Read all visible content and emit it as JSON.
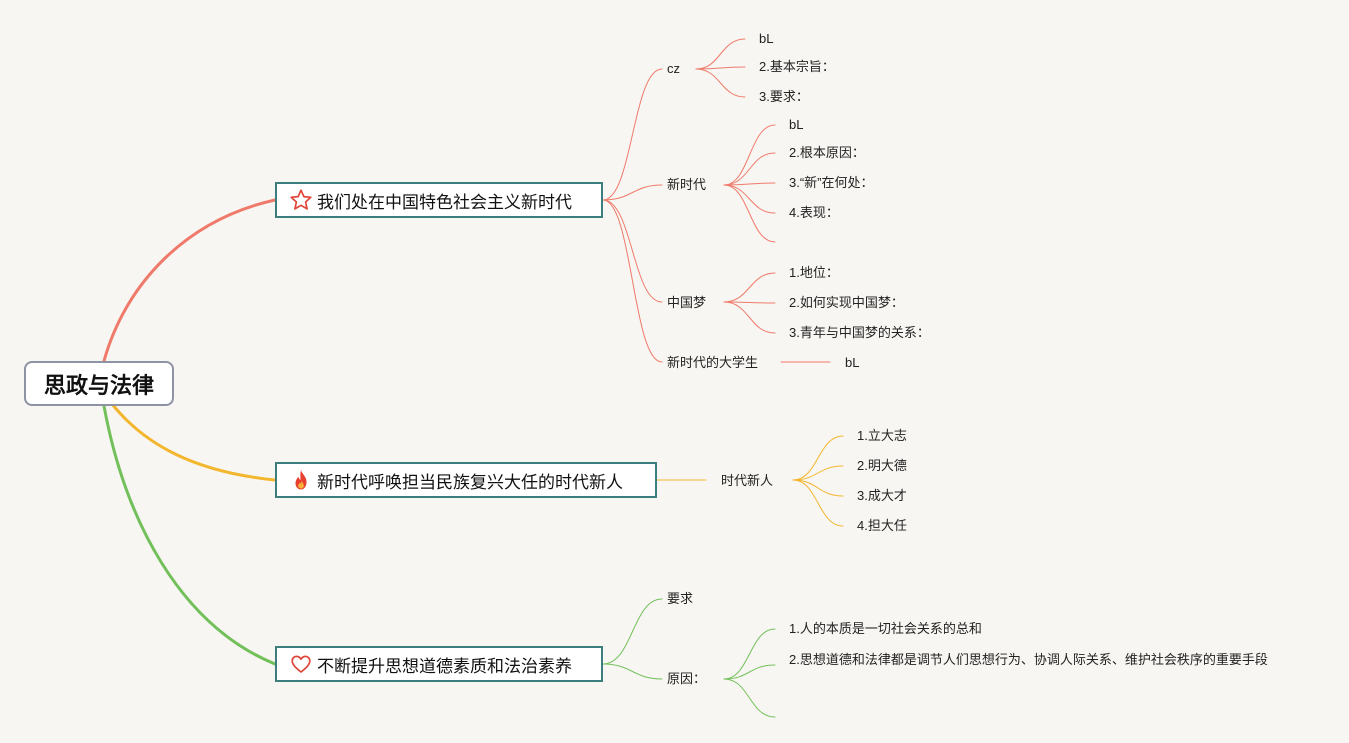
{
  "root": {
    "label": "思政与法律"
  },
  "colors": {
    "branch1": "#ef7a6b",
    "branch2": "#f3b62f",
    "branch3": "#72c05a",
    "topic_border": "#3c7d7d"
  },
  "branches": [
    {
      "label": "我们处在中国特色社会主义新时代",
      "icon": "star-icon",
      "children": [
        {
          "label": "cz",
          "children": [
            "bL",
            "2.基本宗旨：",
            "3.要求："
          ]
        },
        {
          "label": "新时代",
          "children": [
            "bL",
            "2.根本原因：",
            "3.“新”在何处：",
            "4.表现：",
            ""
          ]
        },
        {
          "label": "中国梦",
          "children": [
            "1.地位：",
            "2.如何实现中国梦：",
            "3.青年与中国梦的关系："
          ]
        },
        {
          "label": "新时代的大学生",
          "children": [
            "bL"
          ]
        }
      ]
    },
    {
      "label": "新时代呼唤担当民族复兴大任的时代新人",
      "icon": "fire-icon",
      "children": [
        {
          "label": "时代新人",
          "children": [
            "1.立大志",
            "2.明大德",
            "3.成大才",
            "4.担大任"
          ]
        }
      ]
    },
    {
      "label": "不断提升思想道德素质和法治素养",
      "icon": "heart-icon",
      "children": [
        {
          "label": "要求",
          "children": []
        },
        {
          "label": "原因：",
          "children": [
            "1.人的本质是一切社会关系的总和",
            "2.思想道德和法律都是调节人们思想行为、协调人际关系、维护社会秩序的重要手段",
            ""
          ]
        }
      ]
    }
  ]
}
